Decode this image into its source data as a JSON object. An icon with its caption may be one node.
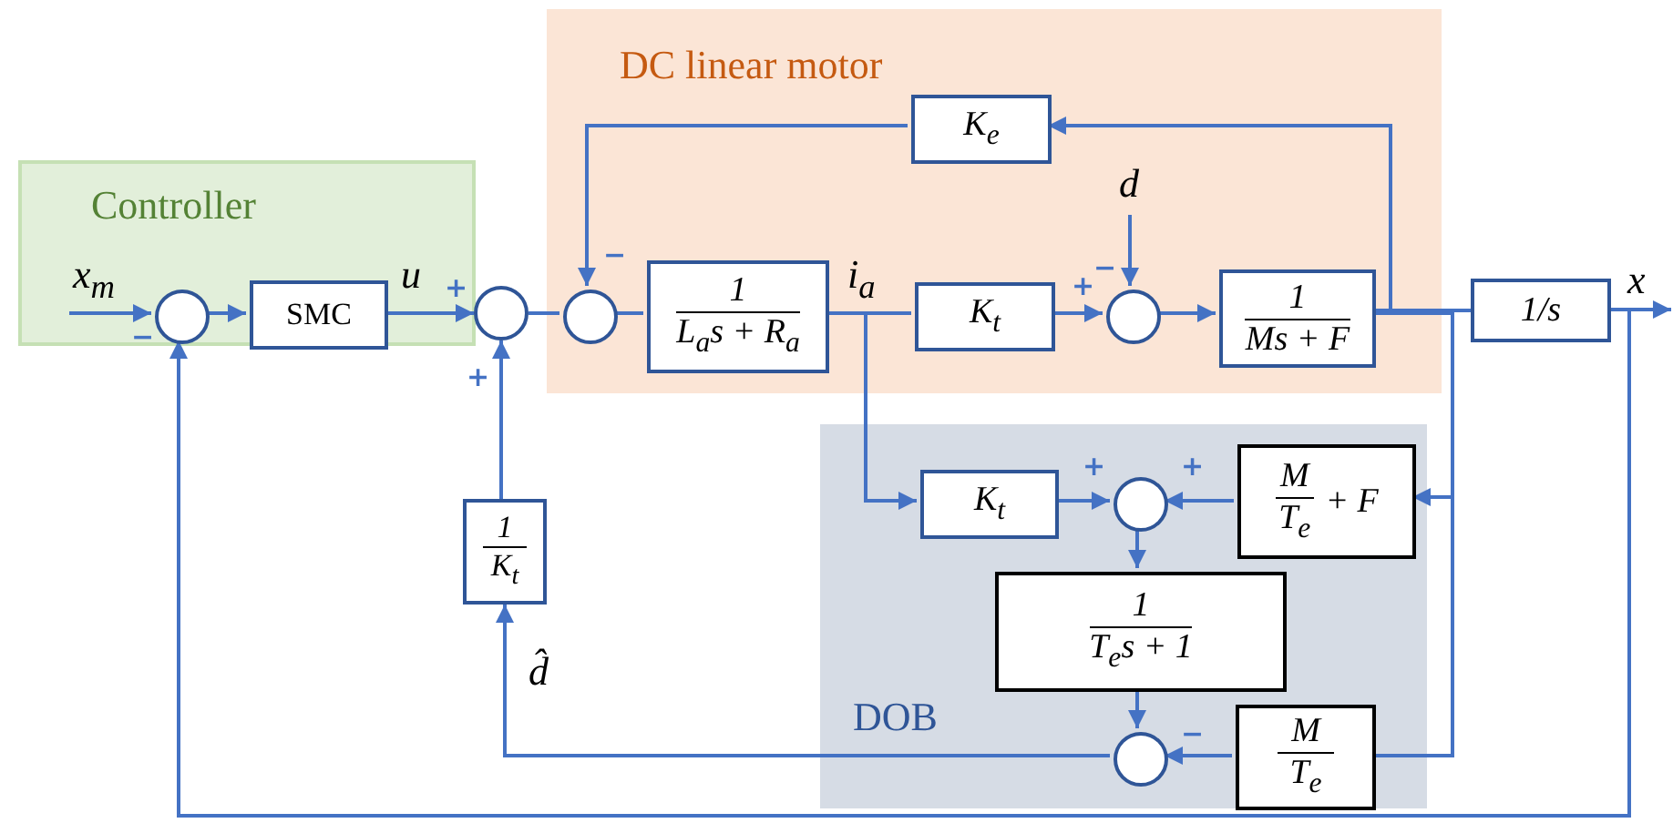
{
  "diagram": {
    "nodes": [
      {
        "text": [
          "Controller"
        ]
      },
      {
        "text": [
          "DC linear motor"
        ]
      },
      {
        "text": [
          "DOB"
        ]
      },
      {
        "text": [],
        "shape": "circle",
        "in": 0
      },
      {
        "text": [
          "SMC"
        ],
        "in": 0
      },
      {
        "text": [],
        "shape": "circle"
      },
      {
        "text": [],
        "shape": "circle",
        "in": 1
      },
      {
        "text": [
          "1",
          "L$_{a}$s + R$_{a}$"
        ],
        "in": 1
      },
      {
        "text": [
          "K$_{e}$"
        ],
        "in": 1
      },
      {
        "text": [
          "K$_{t}$"
        ],
        "in": 1
      },
      {
        "text": [],
        "shape": "circle",
        "in": 1
      },
      {
        "text": [
          "1",
          "Ms + F"
        ],
        "in": 1
      },
      {
        "text": [
          "1/s"
        ]
      },
      {
        "text": [
          "K$_{t}$"
        ],
        "in": 2
      },
      {
        "text": [],
        "shape": "circle",
        "in": 2
      },
      {
        "text": [
          "M",
          "T$_{e}$",
          "+ F"
        ],
        "in": 2
      },
      {
        "text": [
          "1",
          "T$_{e}$s + 1"
        ],
        "in": 2
      },
      {
        "text": [],
        "shape": "circle",
        "in": 2
      },
      {
        "text": [
          "M",
          "T$_{e}$"
        ],
        "in": 2
      },
      {
        "text": [
          "1",
          "K$_{t}$"
        ]
      }
    ],
    "edges": [
      {
        "from": null,
        "to": 3,
        "arrow": "to",
        "label": "x$_{m}$"
      },
      {
        "from": 3,
        "to": 4,
        "arrow": "to"
      },
      {
        "from": 4,
        "to": 5,
        "arrow": "to",
        "label": "u"
      },
      {
        "from": 5,
        "to": 6,
        "arrow": "none"
      },
      {
        "from": 6,
        "to": 7,
        "arrow": "none"
      },
      {
        "from": 7,
        "to": 9,
        "arrow": "none",
        "label": "i$_{a}$"
      },
      {
        "from": 9,
        "to": 10,
        "arrow": "to"
      },
      {
        "from": null,
        "to": 10,
        "arrow": "to",
        "label": "d"
      },
      {
        "from": 10,
        "to": 11,
        "arrow": "to"
      },
      {
        "from": 11,
        "to": 12,
        "arrow": "none"
      },
      {
        "from": 11,
        "to": 8,
        "arrow": "to"
      },
      {
        "from": 8,
        "to": 6,
        "arrow": "to"
      },
      {
        "from": 12,
        "to": null,
        "arrow": "to",
        "label": "x"
      },
      {
        "from": 12,
        "to": 3,
        "arrow": "to"
      },
      {
        "from": 7,
        "to": 13,
        "arrow": "to"
      },
      {
        "from": 13,
        "to": 14,
        "arrow": "to"
      },
      {
        "from": 11,
        "to": 15,
        "arrow": "to"
      },
      {
        "from": 15,
        "to": 14,
        "arrow": "to"
      },
      {
        "from": 14,
        "to": 16,
        "arrow": "to"
      },
      {
        "from": 16,
        "to": 17,
        "arrow": "to"
      },
      {
        "from": 11,
        "to": 18,
        "arrow": "none"
      },
      {
        "from": 18,
        "to": 17,
        "arrow": "to"
      },
      {
        "from": 17,
        "to": 19,
        "arrow": "to",
        "label": "d̂"
      },
      {
        "from": 19,
        "to": 5,
        "arrow": "to"
      }
    ],
    "labels": [
      "−",
      "−",
      "+",
      "+",
      "−",
      "+",
      "+",
      "+",
      "−"
    ]
  }
}
